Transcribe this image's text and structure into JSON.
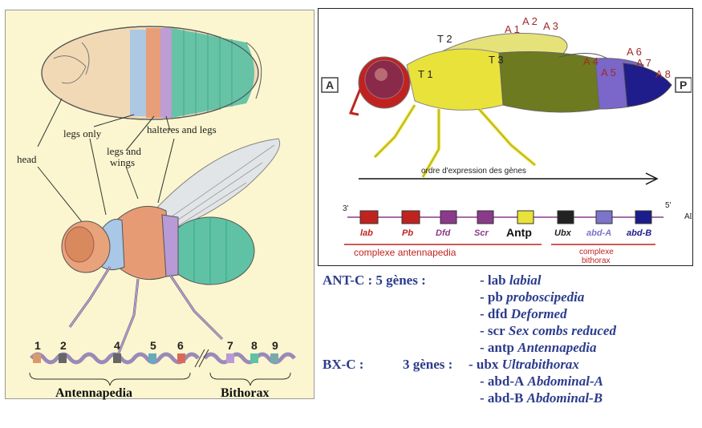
{
  "left_figure": {
    "labels": {
      "head": "head",
      "legs_only": "legs only",
      "legs_and_wings": "legs and\nwings",
      "halteres_and_legs": "halteres and legs"
    },
    "gene_numbers": [
      "1",
      "2",
      "4",
      "5",
      "6",
      "7",
      "8",
      "9"
    ],
    "complex_labels": {
      "antennapedia": "Antennapedia",
      "bithorax": "Bithorax"
    },
    "colors": {
      "head": "#e8a37a",
      "thorax1": "#a9c7e6",
      "thorax2": "#e79b75",
      "thorax3": "#b89ad6",
      "abdomen": "#5fc2a5",
      "body_pale": "#f2d9b5"
    }
  },
  "right_figure": {
    "segment_labels": [
      "T 1",
      "T 2",
      "T 3",
      "A 1",
      "A 2",
      "A 3",
      "A 4",
      "A 5",
      "A 6",
      "A 7",
      "A 8"
    ],
    "anterior": "A",
    "posterior": "P",
    "arrow_text": "ordre d'expression des gènes",
    "end3": "3'",
    "end5": "5'",
    "ad": "AD",
    "genes": [
      {
        "name": "lab",
        "color": "#c0231f"
      },
      {
        "name": "Pb",
        "color": "#c0231f"
      },
      {
        "name": "Dfd",
        "color": "#8b3a8b"
      },
      {
        "name": "Scr",
        "color": "#8b3a8b"
      },
      {
        "name": "Antp",
        "color": "#e9e23a"
      },
      {
        "name": "Ubx",
        "color": "#222222"
      },
      {
        "name": "abd-A",
        "color": "#7b74c9"
      },
      {
        "name": "abd-B",
        "color": "#1d1c8c"
      }
    ],
    "complex_antennapedia": "complexe antennapedia",
    "complex_bithorax_line1": "complexe",
    "complex_bithorax_line2": "bithorax"
  },
  "gene_list": {
    "antc_label": "ANT-C : 5 gènes :",
    "antc_items": [
      {
        "abbr": "- lab",
        "name": "labial"
      },
      {
        "abbr": "- pb",
        "name": "proboscipedia"
      },
      {
        "abbr": "- dfd",
        "name": "Deformed"
      },
      {
        "abbr": "- scr",
        "name": "Sex combs reduced"
      },
      {
        "abbr": "- antp",
        "name": "Antennapedia"
      }
    ],
    "bxc_label": "BX-C :",
    "bxc_count": "3 gènes :",
    "bxc_items": [
      {
        "abbr": "- ubx",
        "name": "Ultrabithorax"
      },
      {
        "abbr": "- abd-A",
        "name": "Abdominal-A"
      },
      {
        "abbr": "- abd-B",
        "name": "Abdominal-B"
      }
    ]
  }
}
